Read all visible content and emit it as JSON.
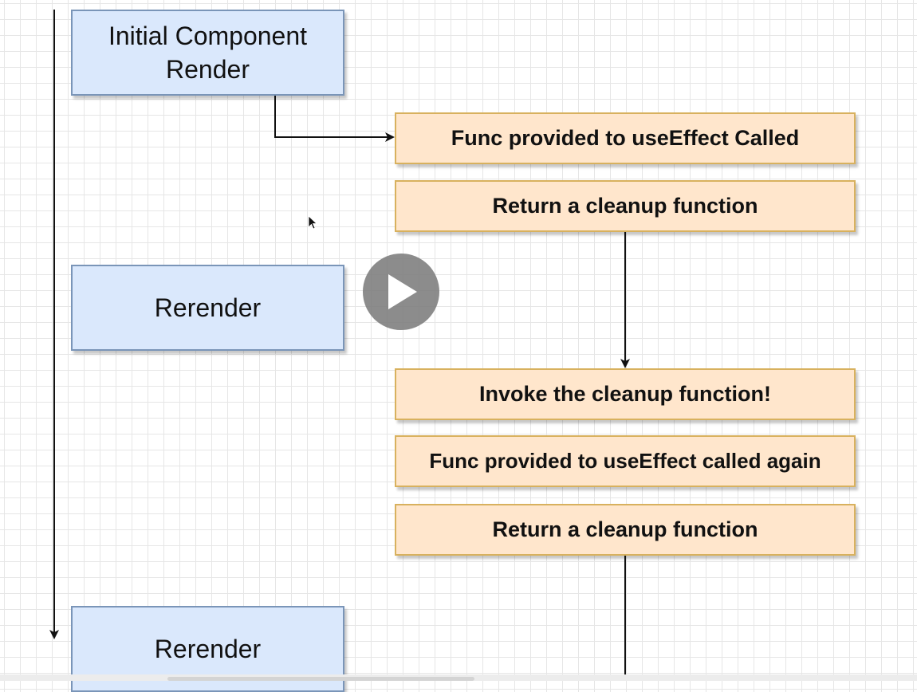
{
  "diagram": {
    "timeline_nodes": [
      {
        "label": "Initial Component\nRender"
      },
      {
        "label": "Rerender"
      },
      {
        "label": "Rerender"
      }
    ],
    "effect_steps": [
      {
        "label": "Func provided to useEffect Called"
      },
      {
        "label": "Return a cleanup function"
      },
      {
        "label": "Invoke the cleanup function!"
      },
      {
        "label": "Func provided to useEffect called again"
      },
      {
        "label": "Return a cleanup function"
      }
    ],
    "colors": {
      "timeline_fill": "#dae8fc",
      "timeline_border": "#7a95b8",
      "step_fill": "#ffe6cc",
      "step_border": "#d8b15e",
      "connector": "#111111"
    }
  },
  "player": {
    "play_icon": "play-icon",
    "cursor_icon": "mouse-cursor-icon"
  }
}
